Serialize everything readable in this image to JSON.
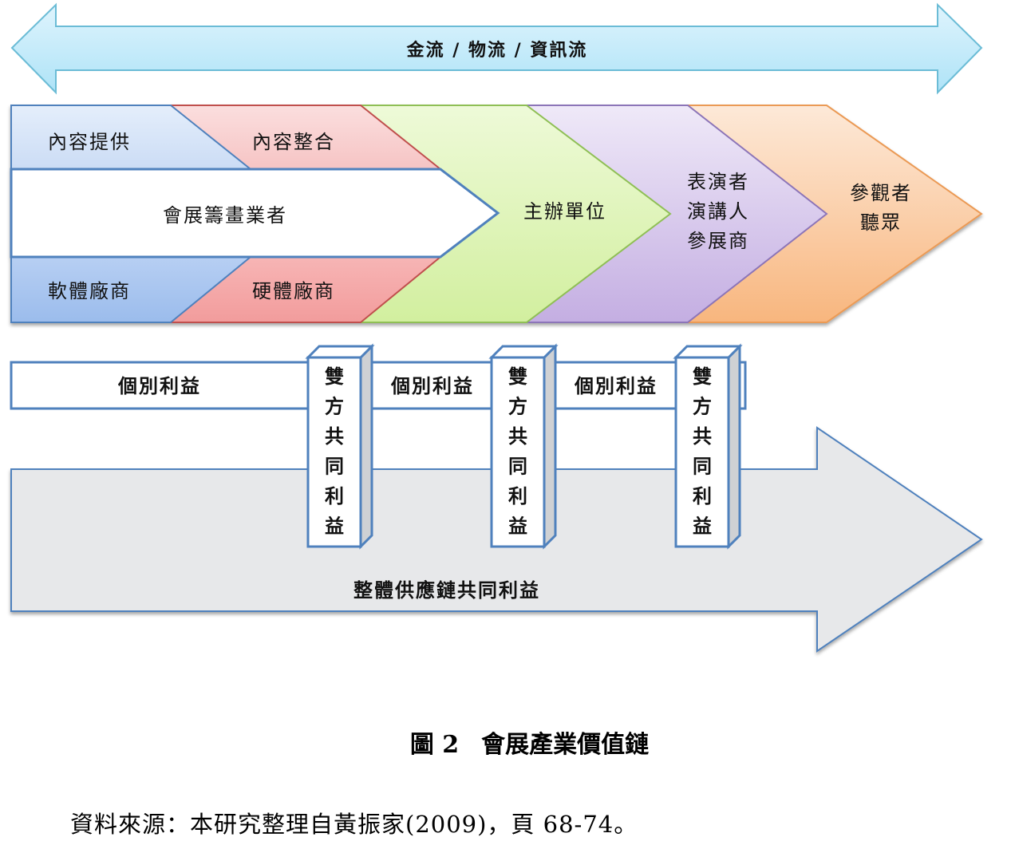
{
  "flow_arrow": {
    "label": "金流 / 物流 / 資訊流",
    "fill_top": "#dff4fd",
    "fill_bottom": "#aee3f7",
    "stroke": "#6bbcd6"
  },
  "value_chain": {
    "left_block": {
      "top_left": {
        "label": "內容提供",
        "fill": "#d5e4f8"
      },
      "top_right": {
        "label": "內容整合",
        "fill": "#f8cccc"
      },
      "middle": {
        "label": "會展籌畫業者",
        "fill": "#ffffff"
      },
      "bottom_left": {
        "label": "軟體廠商",
        "fill": "#a7c4ef"
      },
      "bottom_right": {
        "label": "硬體廠商",
        "fill": "#f5a9a9"
      }
    },
    "stages": [
      {
        "lines": [
          "主辦單位"
        ],
        "fill_top": "#eefad8",
        "fill_bottom": "#d5f0a6",
        "stroke": "#8fbf55"
      },
      {
        "lines": [
          "表演者",
          "演講人",
          "參展商"
        ],
        "fill_top": "#ede6f7",
        "fill_bottom": "#c7b3e3",
        "stroke": "#8c74b8"
      },
      {
        "lines": [
          "參觀者",
          "聽眾"
        ],
        "fill_top": "#fde7d4",
        "fill_bottom": "#f8ba84",
        "stroke": "#eb9a55"
      }
    ]
  },
  "benefits": {
    "individual_label": "個別利益",
    "pillar_chars": [
      "雙",
      "方",
      "共",
      "同",
      "利",
      "益"
    ],
    "pillar_label": "雙方共同利益",
    "overall_label": "整體供應鏈共同利益",
    "stroke": "#4f81bd",
    "overall_fill": "#e7e8ea"
  },
  "caption": {
    "figure_number": "圖 2",
    "title": "會展產業價值鏈"
  },
  "source": "資料來源：本研究整理自黃振家(2009)，頁 68-74。"
}
